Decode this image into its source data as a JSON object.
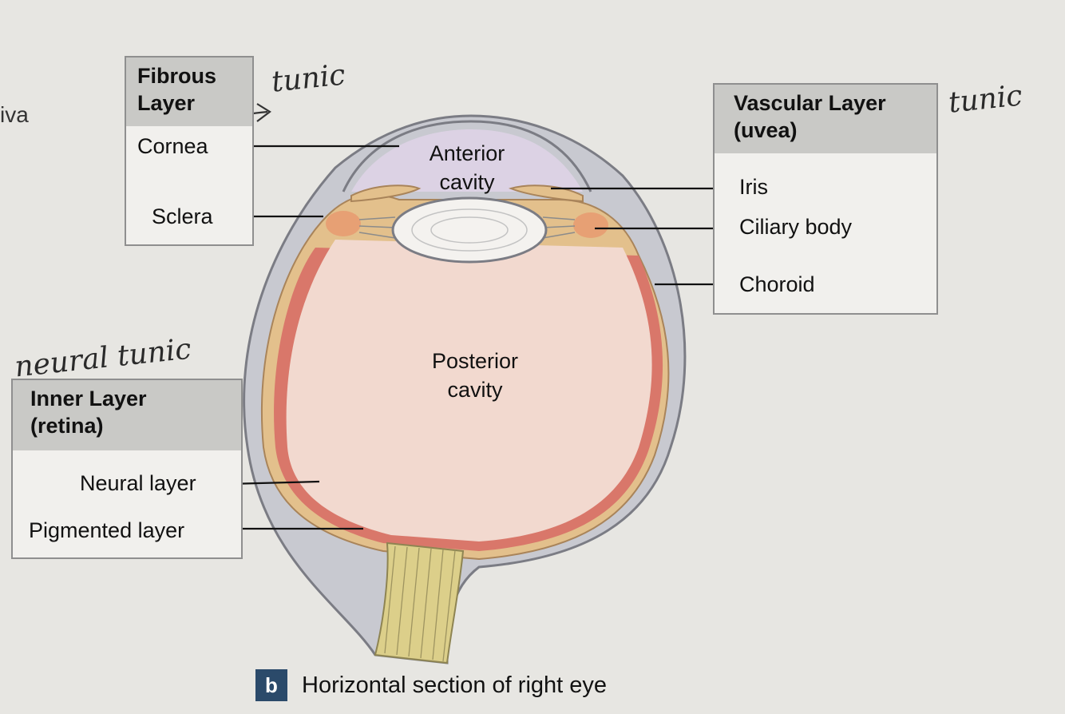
{
  "figure": {
    "badge": "b",
    "caption": "Horizontal section of right eye"
  },
  "page_fragment": {
    "left_text": "iva"
  },
  "fibrous_box": {
    "title": "Fibrous Layer",
    "title_line1": "Fibrous",
    "title_line2": "Layer",
    "items": [
      "Cornea",
      "Sclera"
    ]
  },
  "vascular_box": {
    "title_line1": "Vascular Layer",
    "title_line2": "(uvea)",
    "items": [
      "Iris",
      "Ciliary body",
      "Choroid"
    ]
  },
  "inner_box": {
    "title_line1": "Inner Layer",
    "title_line2": "(retina)",
    "items": [
      "Neural layer",
      "Pigmented layer"
    ]
  },
  "cavities": {
    "anterior_line1": "Anterior",
    "anterior_line2": "cavity",
    "posterior_line1": "Posterior",
    "posterior_line2": "cavity"
  },
  "handwritten": {
    "fibrous_note": "tunic",
    "vascular_note": "tunic",
    "inner_note": "neural tunic"
  },
  "colors": {
    "sclera": "#c8c9d0",
    "choroid": "#e3c08c",
    "retina": "#d9776a",
    "vitreous": "#f2d9cf",
    "anterior_cavity": "#dcd2e4",
    "optic_nerve": "#dccf8a",
    "badge": "#2b4a6a"
  }
}
